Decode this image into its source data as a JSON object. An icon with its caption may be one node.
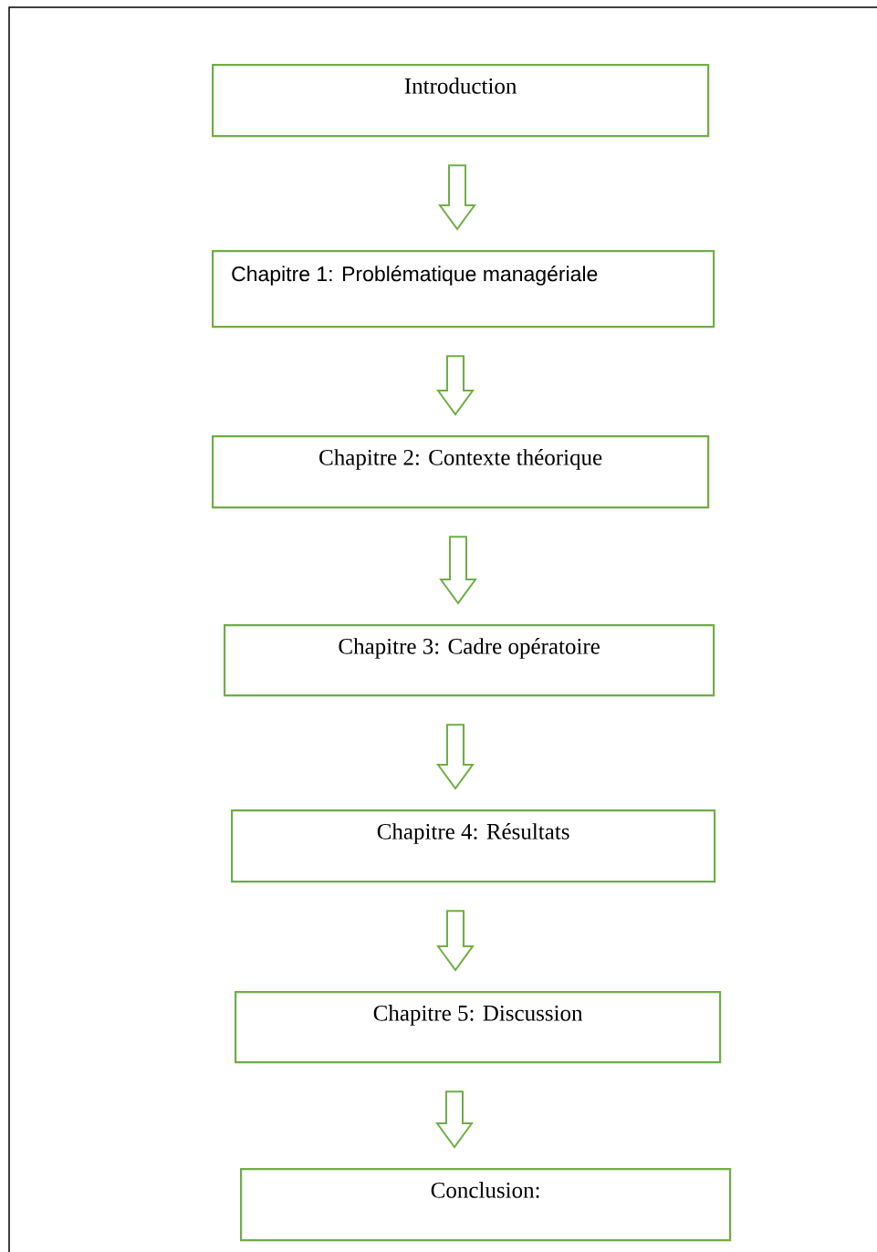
{
  "diagram": {
    "nodes": [
      {
        "text": [
          "Introduction"
        ]
      },
      {
        "text": [
          "Chapitre 1: Problématique managériale"
        ]
      },
      {
        "text": [
          "Chapitre 2: Contexte théorique"
        ]
      },
      {
        "text": [
          "Chapitre 3: Cadre opératoire"
        ]
      },
      {
        "text": [
          "Chapitre 4: Résultats"
        ]
      },
      {
        "text": [
          "Chapitre 5: Discussion"
        ]
      },
      {
        "text": [
          "Conclusion:"
        ]
      }
    ],
    "edges": [
      {
        "from": 0,
        "to": 1,
        "arrow": "to"
      },
      {
        "from": 1,
        "to": 2,
        "arrow": "to"
      },
      {
        "from": 2,
        "to": 3,
        "arrow": "to"
      },
      {
        "from": 3,
        "to": 4,
        "arrow": "to"
      },
      {
        "from": 4,
        "to": 5,
        "arrow": "to"
      },
      {
        "from": 5,
        "to": 6,
        "arrow": "to"
      }
    ]
  }
}
